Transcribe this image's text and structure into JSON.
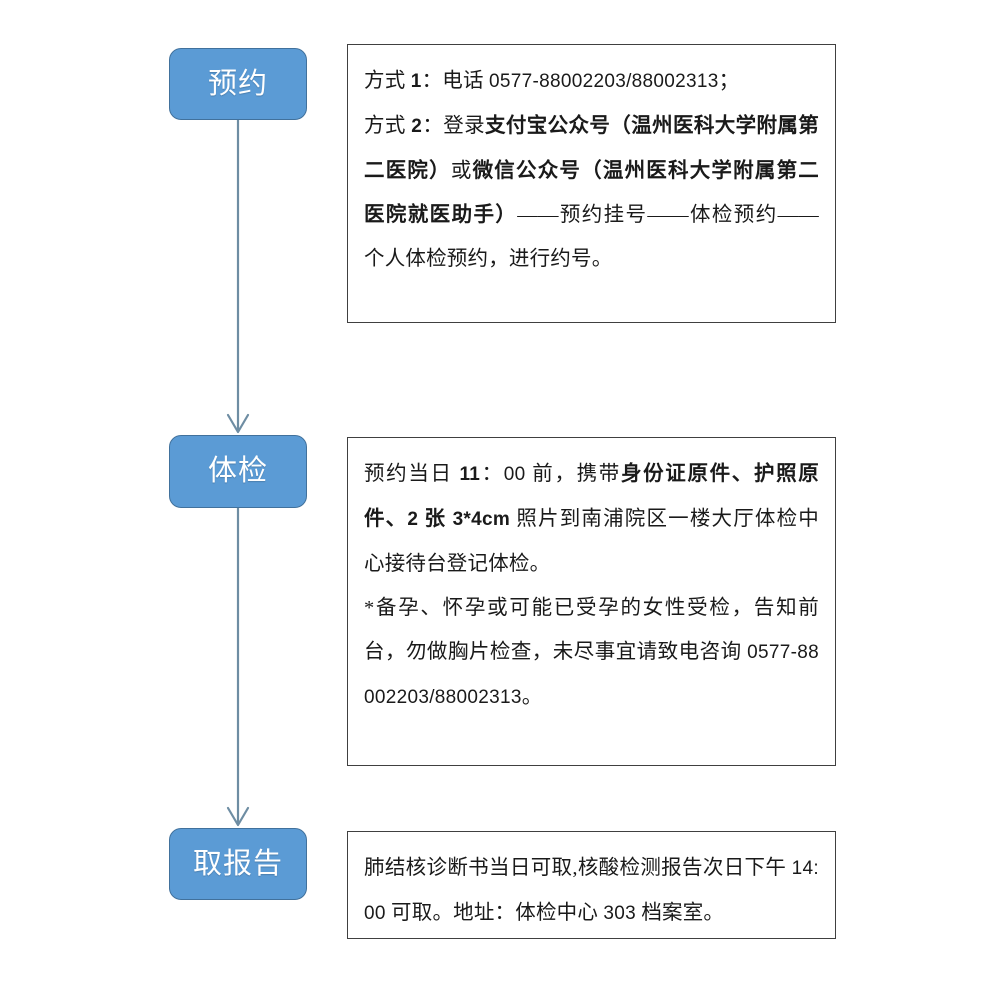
{
  "document": {
    "title": "体检流程图",
    "type": "flowchart",
    "orientation": "vertical"
  },
  "theme": {
    "node_fill": "#5B9BD5",
    "node_border": "#41719C",
    "node_text": "#FFFFFF",
    "panel_border": "#404040",
    "panel_text": "#1A1A1A",
    "connector": "#6E8DA3",
    "background": "#FFFFFF"
  },
  "steps": [
    {
      "id": "step-appointment",
      "node_label": "预约",
      "panel": {
        "lines": [
          "方式 1：电话 0577-88002203/88002313；",
          "方式 2：登录支付宝公众号（温州医科大学附属第二医院）或微信公众号（温州医科大学附属第二医院就医助手）——预约挂号——体检预约——个人体检预约，进行约号。"
        ]
      }
    },
    {
      "id": "step-examination",
      "node_label": "体检",
      "panel": {
        "lines": [
          "预约当日 11：00 前，携带身份证原件、护照原件、2 张 3*4cm 照片到南浦院区一楼大厅体检中心接待台登记体检。",
          "*备孕、怀孕或可能已受孕的女性受检，告知前台，勿做胸片检查，未尽事宜请致电咨询 0577-88002203/88002313。"
        ]
      }
    },
    {
      "id": "step-report",
      "node_label": "取报告",
      "panel": {
        "lines": [
          "肺结核诊断书当日可取,核酸检测报告次日下午 14:00 可取。地址：体检中心 303 档案室。"
        ]
      }
    }
  ],
  "text_fragments": {
    "p1_l1_prefix": "方式 ",
    "p1_l1_num": "1",
    "p1_l1_mid": "：电话 ",
    "p1_l1_phone": "0577-88002203/88002313",
    "p1_l1_end": "；",
    "p1_l2_prefix": "方式 ",
    "p1_l2_num": "2",
    "p1_l2_mid": "：登录",
    "p1_l2_bold_a": "支付宝公众号（温州医科大学附属第二医院）",
    "p1_l2_plain_a": "或",
    "p1_l2_bold_b": "微信公众号（温州医科大学附属第二医院就医助手）",
    "p1_l2_tail": "——预约挂号——体检预约——个人体检预约，进行约号。",
    "p2_l1_a": "预约当日 ",
    "p2_l1_time": "11",
    "p2_l1_b": "：",
    "p2_l1_time2": "00",
    "p2_l1_c": " 前，携带",
    "p2_l1_bold_a": "身份证原件、护照原件、",
    "p2_l1_bold_num": "2",
    "p2_l1_bold_b": " 张 ",
    "p2_l1_bold_size": "3*4cm",
    "p2_l1_d": " 照片到南浦院区一楼大厅体检中心接待台登记体检。",
    "p2_l2_a": "*备孕、怀孕或可能已受孕的女性受检，告知前台，勿做胸片检查，未尽事宜请致电咨询 ",
    "p2_l2_phone": "0577-88002203/88002313",
    "p2_l2_end": "。",
    "p3_a": "肺结核诊断书当日可取,核酸检测报告次日下午 ",
    "p3_time": "14:00",
    "p3_b": " 可取。地址：体检中心 ",
    "p3_room": "303",
    "p3_c": " 档案室。"
  },
  "connectors": [
    {
      "from": "step-appointment",
      "to": "step-examination",
      "style": "arrow-down"
    },
    {
      "from": "step-examination",
      "to": "step-report",
      "style": "arrow-down"
    }
  ]
}
